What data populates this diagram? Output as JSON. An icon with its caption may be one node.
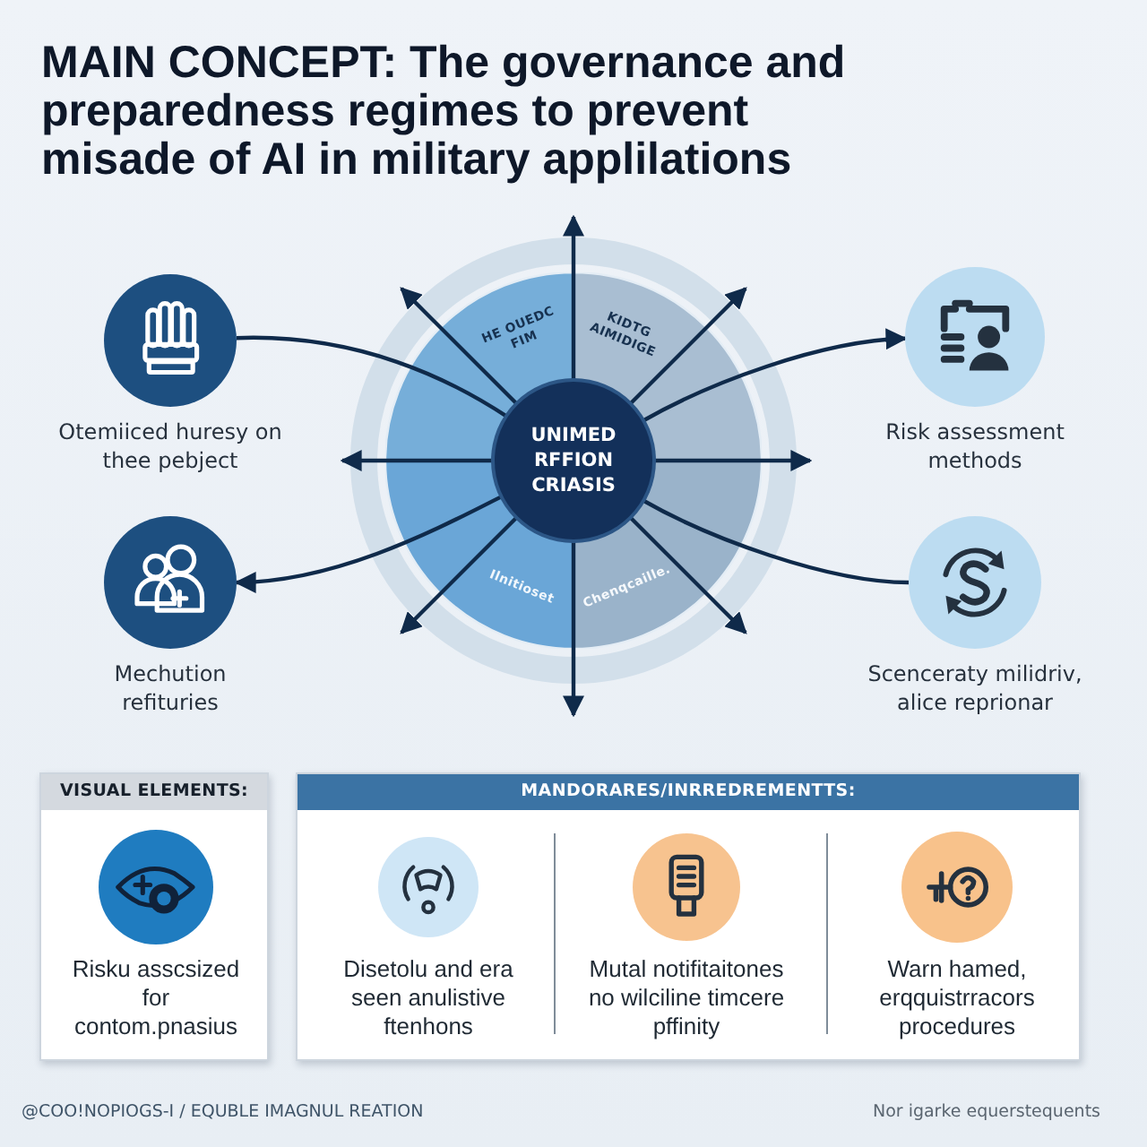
{
  "diagram": {
    "title": "MAIN CONCEPT: The governance and preparedness regimes to prevent misade of AI in military applilations",
    "nodes": [
      {
        "text": [
          "HE OUEDC FIM",
          "KIDTG AIMIDIGE",
          "Ilnitioset",
          "Chenqcaille."
        ]
      },
      {
        "text": [
          "UNIMED RFFION CRIASIS"
        ],
        "in": 0
      },
      {
        "text": [
          "Otemiiced huresy on thee pebject"
        ]
      },
      {
        "text": [
          "Mechution refituries"
        ]
      },
      {
        "text": [
          "Risk assessment methods"
        ]
      },
      {
        "text": [
          "Scenceraty milidriv, alice reprionar"
        ]
      },
      {
        "text": [
          "VISUAL ELEMENTS:"
        ]
      },
      {
        "text": [
          "Risku asscsized for contom.pnasius"
        ],
        "in": 6
      },
      {
        "text": [
          "MANDORARES/INRREDREMENTTS:"
        ]
      },
      {
        "text": [
          "Disetolu and era seen anulistive ftenhons"
        ],
        "in": 8
      },
      {
        "text": [
          "Mutal notifitaitones no wilciline timcere pffinity"
        ],
        "in": 8
      },
      {
        "text": [
          "Warn hamed, erqquistrracors procedures"
        ],
        "in": 8
      }
    ],
    "edges": [
      {
        "from": 1,
        "to": null,
        "arrow": "to"
      },
      {
        "from": 1,
        "to": null,
        "arrow": "to"
      },
      {
        "from": 1,
        "to": null,
        "arrow": "to"
      },
      {
        "from": 1,
        "to": null,
        "arrow": "to"
      },
      {
        "from": 1,
        "to": null,
        "arrow": "to"
      },
      {
        "from": 1,
        "to": null,
        "arrow": "to"
      },
      {
        "from": 1,
        "to": null,
        "arrow": "to"
      },
      {
        "from": 1,
        "to": null,
        "arrow": "to"
      },
      {
        "from": 2,
        "to": 1,
        "arrow": "none"
      },
      {
        "from": 1,
        "to": 3,
        "arrow": "to"
      },
      {
        "from": 1,
        "to": 4,
        "arrow": "to"
      },
      {
        "from": 1,
        "to": 5,
        "arrow": "none"
      }
    ],
    "labels": [
      "@COO!NOPIOGS-I / EQUBLE IMAGNUL REATION",
      "Nor igarke equerstequents"
    ]
  }
}
